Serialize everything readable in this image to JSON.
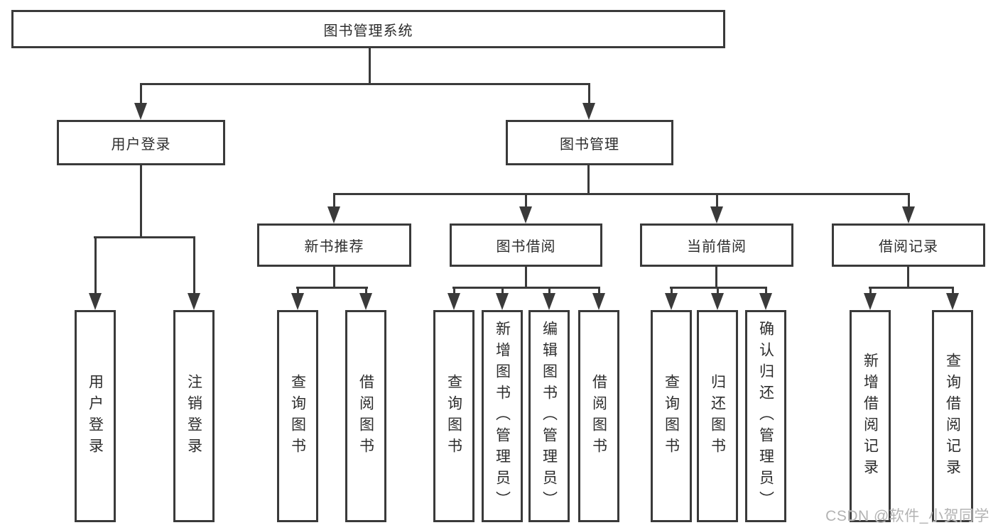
{
  "tree": {
    "root": {
      "label": "图书管理系统"
    },
    "branches": [
      {
        "label": "用户登录",
        "children": [
          {
            "label": "用户登录"
          },
          {
            "label": "注销登录"
          }
        ]
      },
      {
        "label": "图书管理",
        "children": [
          {
            "label": "新书推荐",
            "children": [
              {
                "label": "查询图书"
              },
              {
                "label": "借阅图书"
              }
            ]
          },
          {
            "label": "图书借阅",
            "children": [
              {
                "label": "查询图书"
              },
              {
                "label": "新增图书（管理员）"
              },
              {
                "label": "编辑图书（管理员）"
              },
              {
                "label": "借阅图书"
              }
            ]
          },
          {
            "label": "当前借阅",
            "children": [
              {
                "label": "查询图书"
              },
              {
                "label": "归还图书"
              },
              {
                "label": "确认归还（管理员）"
              }
            ]
          },
          {
            "label": "借阅记录",
            "children": [
              {
                "label": "新增借阅记录"
              },
              {
                "label": "查询借阅记录"
              }
            ]
          }
        ]
      }
    ]
  },
  "watermark": "CSDN @软件_小贺同学",
  "colors": {
    "line": "#3a3a3a",
    "text": "#2d2d2d",
    "watermark": "#b3b3b3",
    "background": "#ffffff"
  }
}
